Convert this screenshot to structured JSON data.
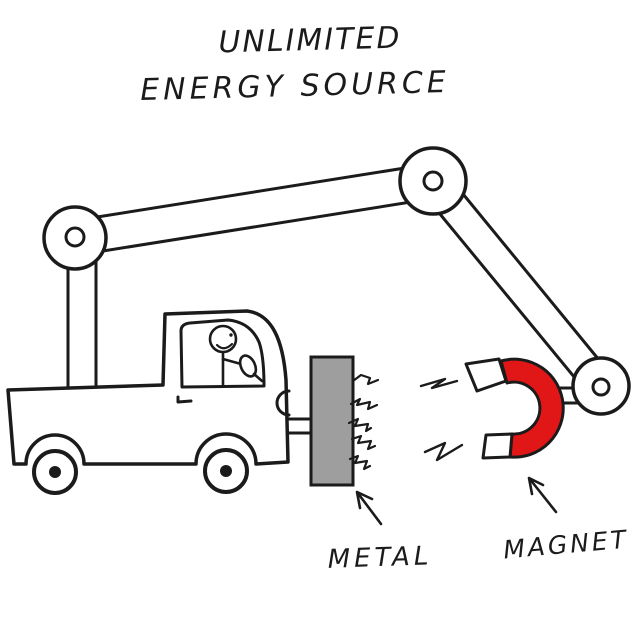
{
  "title": {
    "line1": "UNLIMITED",
    "line2": "ENERGY SOURCE"
  },
  "labels": {
    "metal": "METAL",
    "magnet": "MAGNET"
  },
  "colors": {
    "background": "#ffffff",
    "ink": "#1b1b1b",
    "metal_plate_gray": "#9e9e9e",
    "magnet_red": "#e11717",
    "shape_fill": "#ffffff"
  },
  "scene": {
    "description": "Hand-drawn cartoon: a driver in a crane truck dangles a red horseshoe magnet in front of a gray metal plate mounted on the truck, presented as an unlimited energy source.",
    "elements": [
      "crane-truck",
      "driver",
      "articulated-crane-arm",
      "horseshoe-magnet",
      "metal-plate",
      "attraction-squiggles",
      "spark-bolts",
      "label-arrows"
    ]
  }
}
